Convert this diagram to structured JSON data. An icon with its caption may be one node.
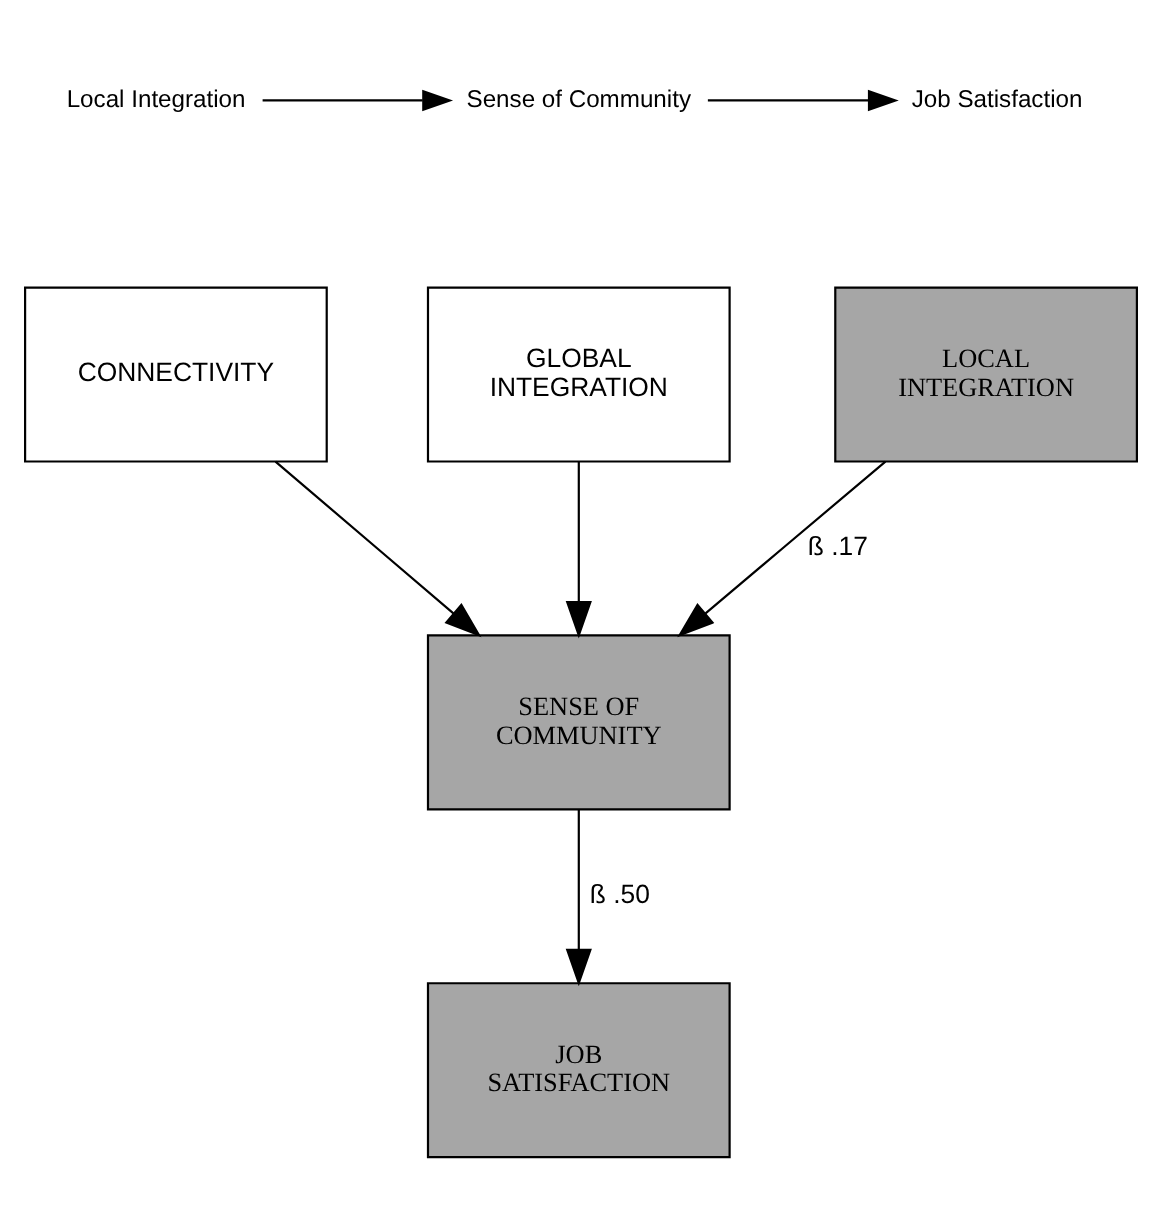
{
  "diagram": {
    "nodes": [
      {
        "text": [
          "Local Integration"
        ]
      },
      {
        "text": [
          "Sense of Community"
        ]
      },
      {
        "text": [
          "Job Satisfaction"
        ]
      },
      {
        "text": [
          "CONNECTIVITY"
        ]
      },
      {
        "text": [
          "GLOBAL INTEGRATION"
        ]
      },
      {
        "text": [
          "LOCAL INTEGRATION"
        ]
      },
      {
        "text": [
          "SENSE OF COMMUNITY"
        ]
      },
      {
        "text": [
          "JOB SATISFACTION"
        ]
      }
    ],
    "edges": [
      {
        "from": 0,
        "to": 1,
        "arrow": "to"
      },
      {
        "from": 1,
        "to": 2,
        "arrow": "to"
      },
      {
        "from": 3,
        "to": 6,
        "arrow": "to"
      },
      {
        "from": 4,
        "to": 6,
        "arrow": "to"
      },
      {
        "from": 5,
        "to": 6,
        "arrow": "to",
        "label": "ß .17"
      },
      {
        "from": 6,
        "to": 7,
        "arrow": "to",
        "label": "ß .50"
      }
    ]
  }
}
